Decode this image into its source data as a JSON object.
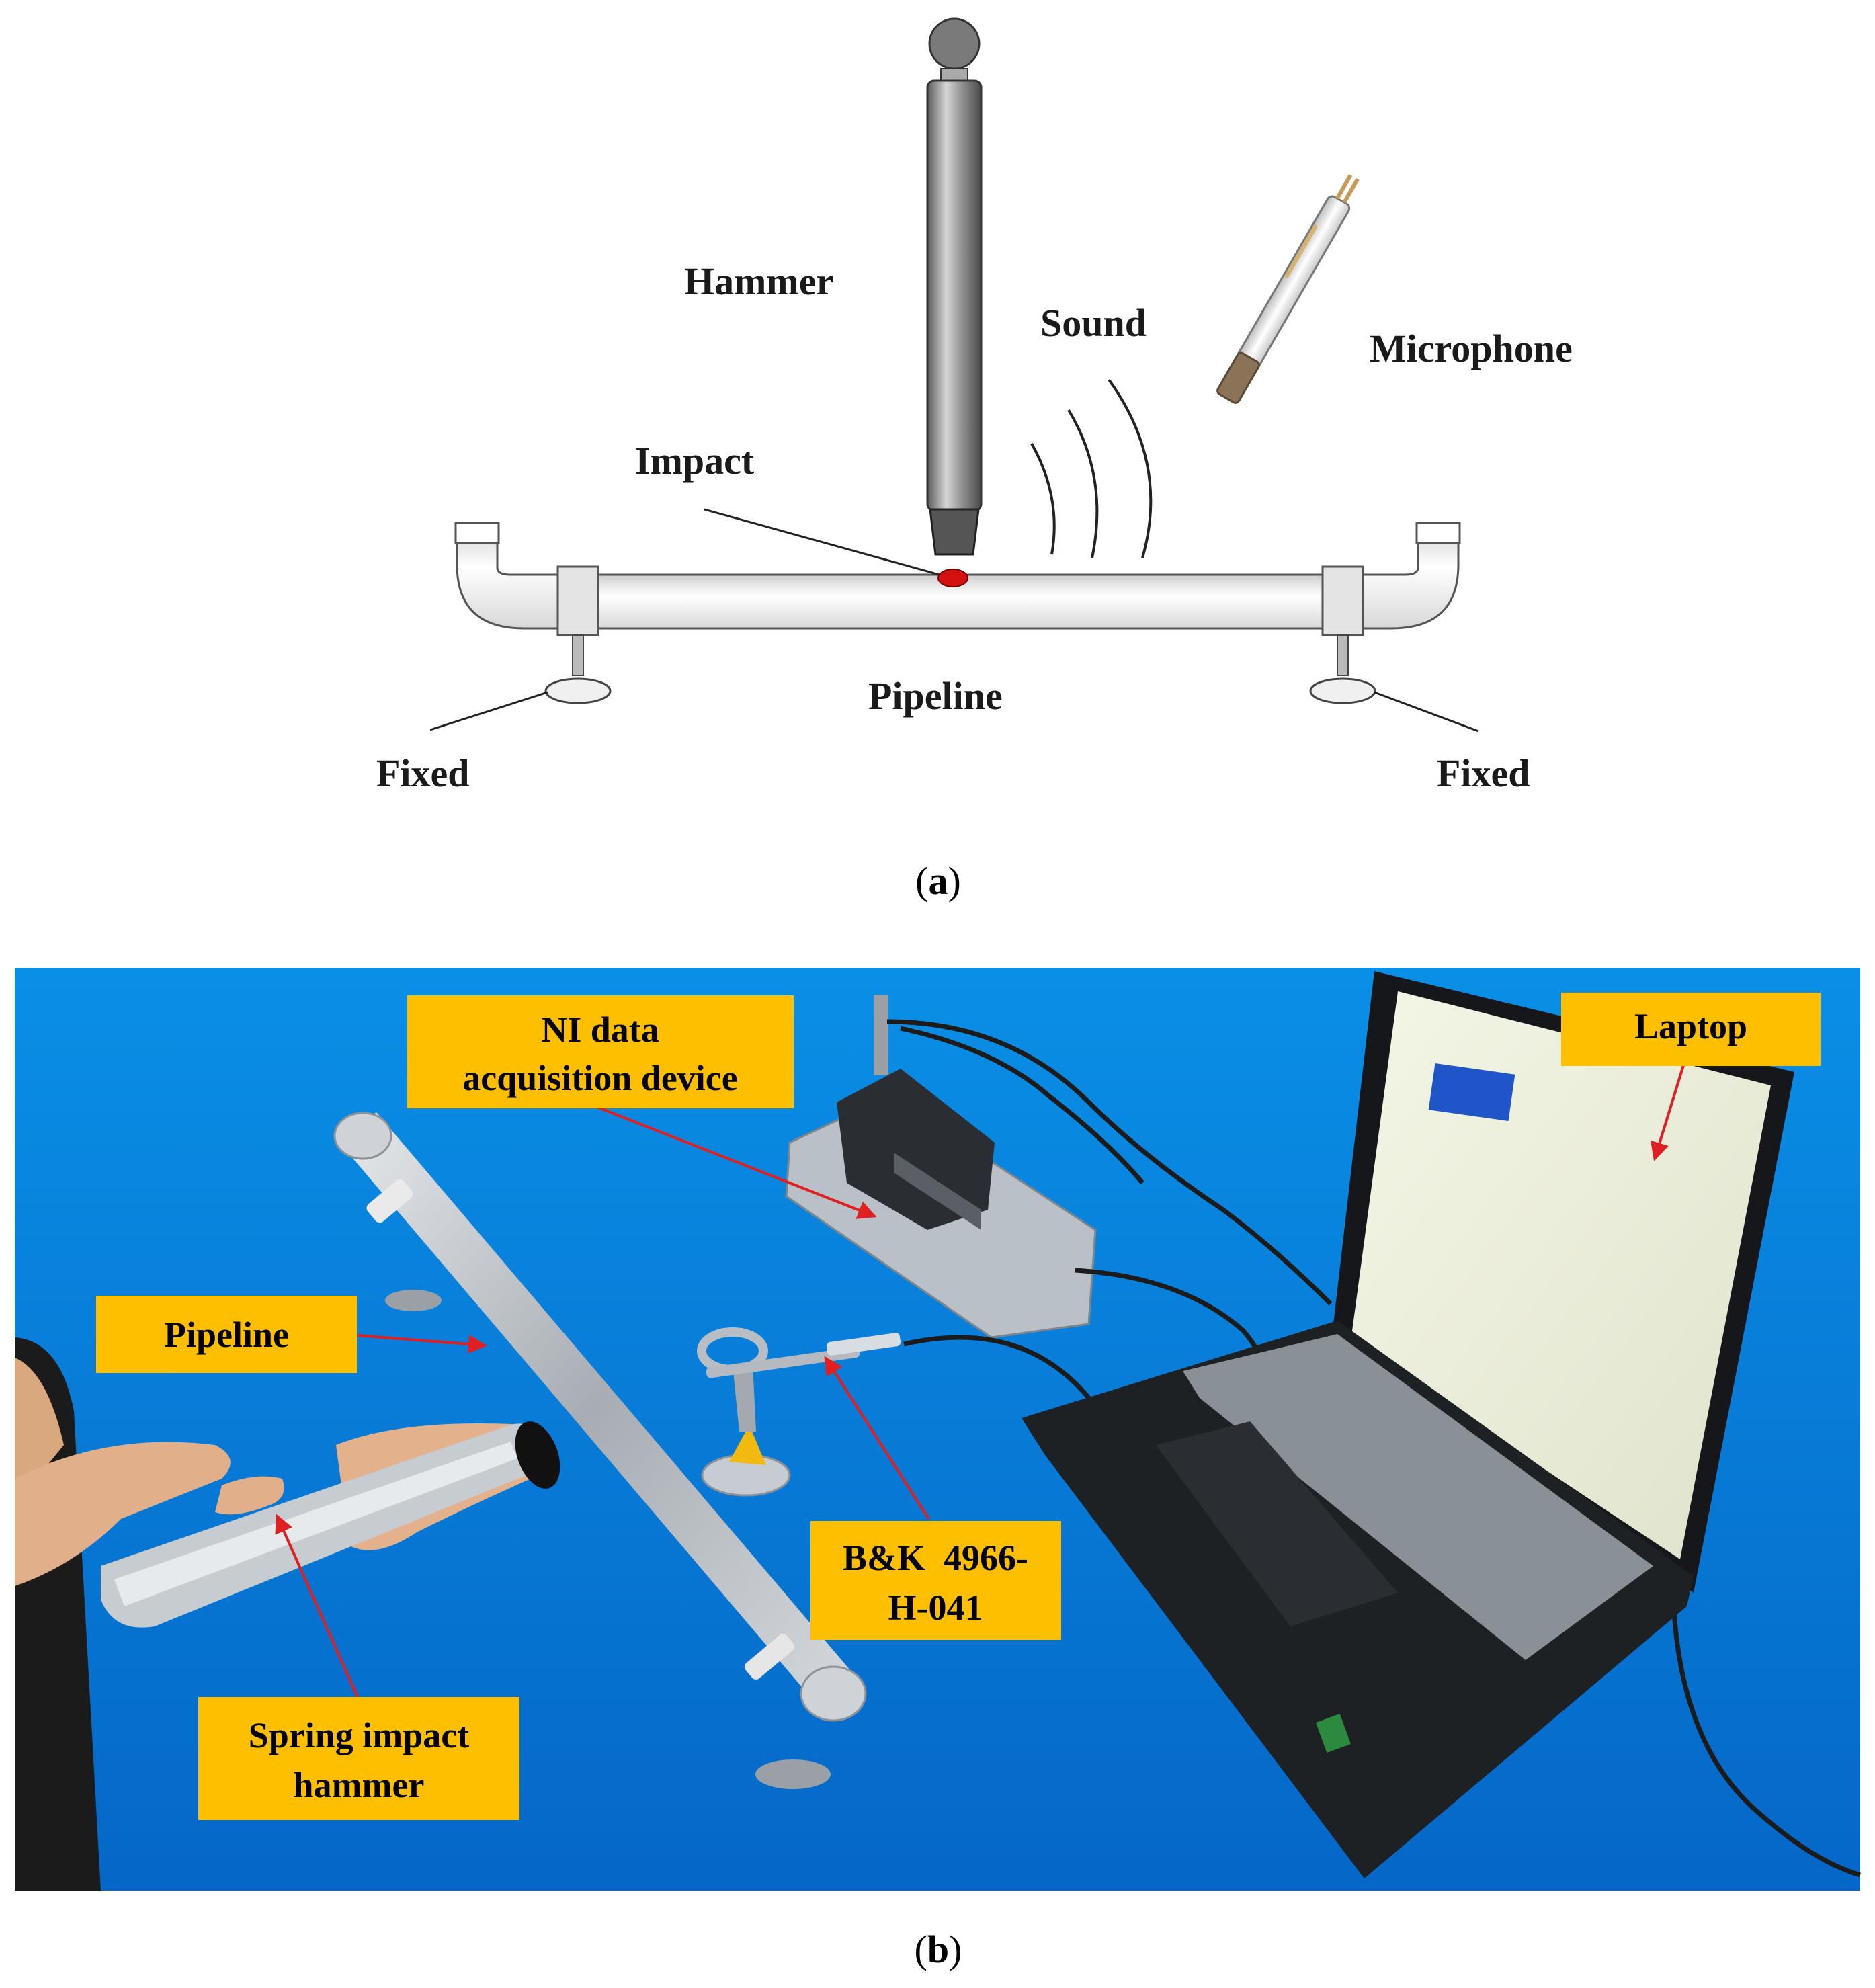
{
  "panel_a": {
    "labels": {
      "hammer": "Hammer",
      "sound": "Sound",
      "microphone": "Microphone",
      "impact": "Impact",
      "pipeline": "Pipeline",
      "fixed_left": "Fixed",
      "fixed_right": "Fixed"
    },
    "caption": {
      "open": "(",
      "letter": "a",
      "close": ")"
    }
  },
  "panel_b": {
    "tags": {
      "ni_line1": "NI data",
      "ni_line2": "acquisition device",
      "laptop": "Laptop",
      "pipeline": "Pipeline",
      "bk_line1": "B&K  4966-",
      "bk_line2": "H-041",
      "spring_line1": "Spring impact",
      "spring_line2": "hammer"
    },
    "caption": {
      "open": "(",
      "letter": "b",
      "close": ")"
    }
  },
  "colors": {
    "tag_fill": "#FDBF00",
    "arrow": "#E02020",
    "photo_background": "#0A8BE0",
    "impact_dot": "#D41010"
  }
}
